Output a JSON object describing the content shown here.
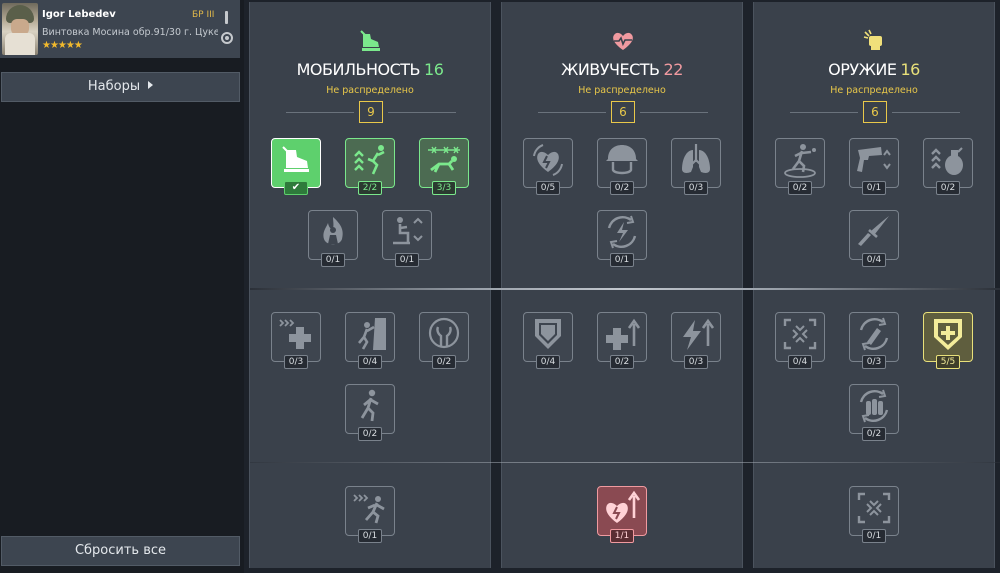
{
  "character": {
    "name": "Igor Lebedev",
    "rank": "БР III",
    "weapon": "Винтовка Мосина обр.91/30 г. Цуке",
    "stars": "★★★★★"
  },
  "left_buttons": {
    "sets": "Наборы",
    "reset": "Сбросить все"
  },
  "colors": {
    "active_green": "#5ed06d",
    "yellow": "#e9c84a",
    "pink": "#f09aa0",
    "panel": "#3a414b"
  },
  "columns": [
    {
      "title": "МОБИЛЬНОСТЬ",
      "value": "16",
      "value_color": "#7be88c",
      "icon": "boot-icon",
      "subtitle": "Не распределено",
      "points": "9",
      "skills": [
        {
          "icon": "boot-step-icon",
          "badge": "✔",
          "state": "active"
        },
        {
          "icon": "jump-icon",
          "badge": "2/2",
          "state": "green"
        },
        {
          "icon": "crawl-icon",
          "badge": "3/3",
          "state": "green"
        },
        {
          "icon": "fire-resist-icon",
          "badge": "0/1",
          "state": "locked"
        },
        {
          "icon": "crouch-icon",
          "badge": "0/1",
          "state": "locked"
        },
        {
          "icon": "sprint-medkit-icon",
          "badge": "0/3",
          "state": "locked"
        },
        {
          "icon": "climb-icon",
          "badge": "0/4",
          "state": "locked"
        },
        {
          "icon": "lamp-icon",
          "badge": "0/2",
          "state": "locked"
        },
        {
          "icon": "runner-icon",
          "badge": "0/2",
          "state": "locked"
        },
        {
          "icon": "sprint-icon",
          "badge": "0/1",
          "state": "locked"
        }
      ]
    },
    {
      "title": "ЖИВУЧЕСТЬ",
      "value": "22",
      "value_color": "#f09aa0",
      "icon": "heart-pulse-icon",
      "subtitle": "Не распределено",
      "points": "6",
      "skills": [
        {
          "icon": "heart-shield-icon",
          "badge": "0/5",
          "state": "locked"
        },
        {
          "icon": "helmet-icon",
          "badge": "0/2",
          "state": "locked"
        },
        {
          "icon": "lungs-icon",
          "badge": "0/3",
          "state": "locked"
        },
        {
          "icon": "regen-icon",
          "badge": "0/1",
          "state": "locked"
        },
        {
          "icon": "shield-icon",
          "badge": "0/4",
          "state": "locked"
        },
        {
          "icon": "medkit-up-icon",
          "badge": "0/2",
          "state": "locked"
        },
        {
          "icon": "energy-up-icon",
          "badge": "0/3",
          "state": "locked"
        },
        {
          "icon": "heart-up-icon",
          "badge": "1/1",
          "state": "pink"
        }
      ]
    },
    {
      "title": "ОРУЖИЕ",
      "value": "16",
      "value_color": "#e8e07a",
      "icon": "fist-icon",
      "subtitle": "Не распределено",
      "points": "6",
      "skills": [
        {
          "icon": "throw-icon",
          "badge": "0/2",
          "state": "locked"
        },
        {
          "icon": "pistol-icon",
          "badge": "0/1",
          "state": "locked"
        },
        {
          "icon": "grenade-icon",
          "badge": "0/2",
          "state": "locked"
        },
        {
          "icon": "knife-icon",
          "badge": "0/4",
          "state": "locked"
        },
        {
          "icon": "aim-icon",
          "badge": "0/4",
          "state": "locked"
        },
        {
          "icon": "reload-icon",
          "badge": "0/3",
          "state": "locked"
        },
        {
          "icon": "shield-plus-icon",
          "badge": "5/5",
          "state": "yellow"
        },
        {
          "icon": "ammo-icon",
          "badge": "0/2",
          "state": "locked"
        },
        {
          "icon": "focus-icon",
          "badge": "0/1",
          "state": "locked"
        }
      ]
    }
  ]
}
